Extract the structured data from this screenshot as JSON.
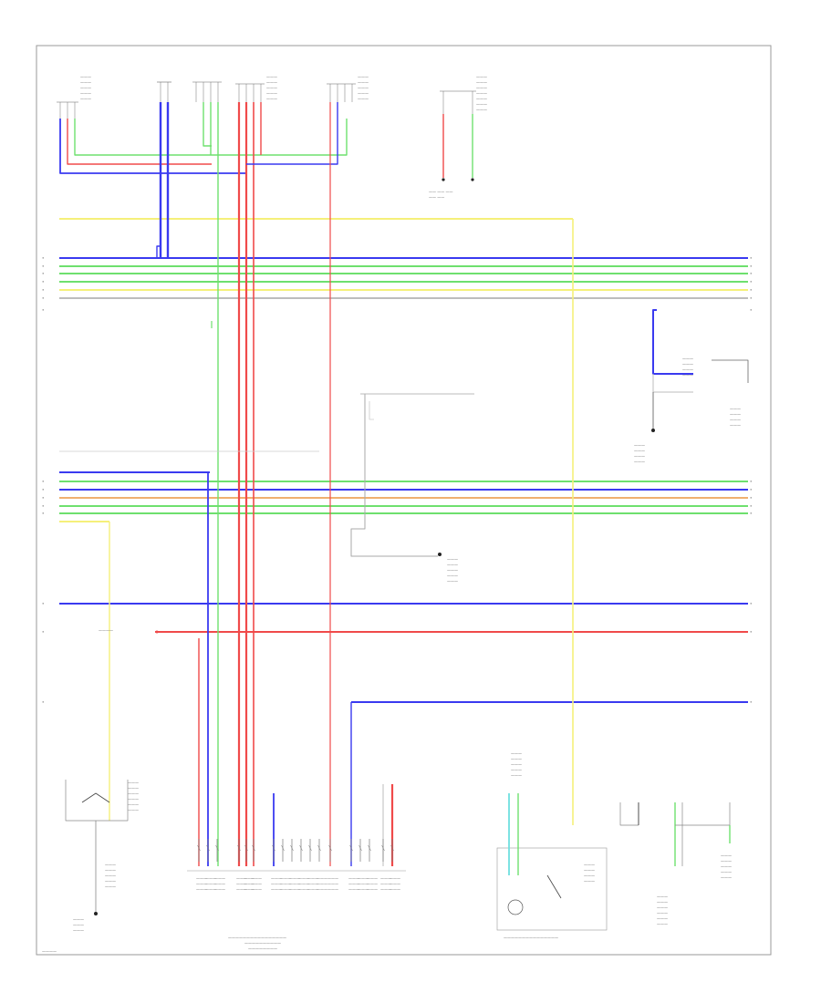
{
  "diagram": {
    "footer_code": "",
    "colors": {
      "blue": "#3a3af0",
      "red": "#f04a4a",
      "green": "#6ee06e",
      "yellow": "#f5f07a",
      "orange": "#f0b070",
      "cyan": "#6fe0e0",
      "gray": "#bdbdbd",
      "frame": "#9a9a9a",
      "black": "#222222"
    },
    "labels": {
      "shift_solenoid_top": "SHIFT SOLENOID (TRANSMISSION)",
      "shift_control_unit": "SHIFT-BY-WIRE CONTROL UNIT",
      "shift_control_unit_sub": "REAR OF CENTER CONSOLE",
      "transmission_range": "TRANSMISSION RANGE SWITCH",
      "neutral_switch": "SELECTOR AND STEERING WHEEL SWITCH",
      "park_sensor": "PARK SENSOR",
      "mode_switch": "MODE SWITCH",
      "gear_position": "GEAR POSITION INDICATOR",
      "parking_pawl": "PARKING PAWL"
    }
  }
}
